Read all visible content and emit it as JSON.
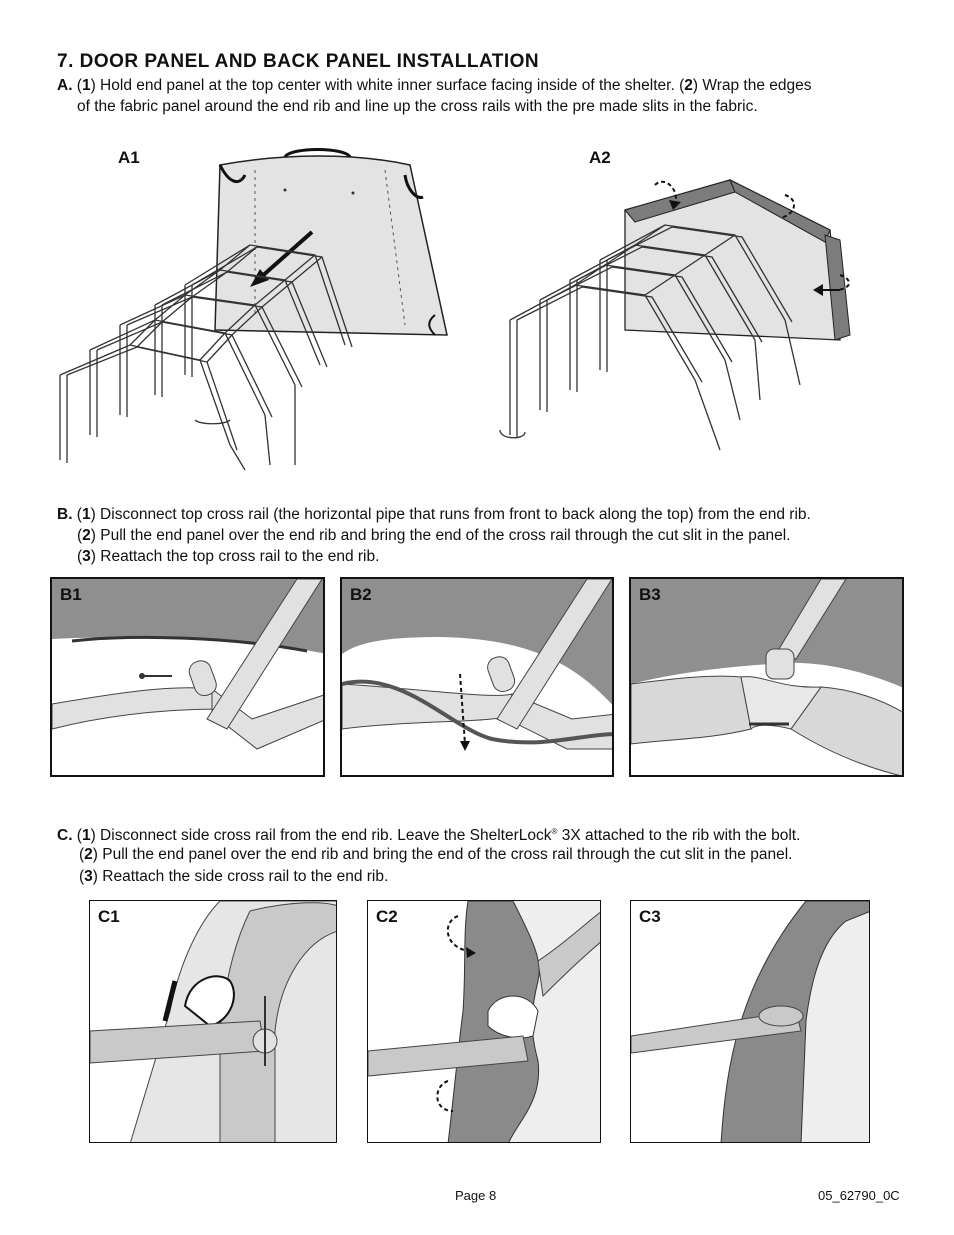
{
  "section": {
    "title": "7. DOOR PANEL AND BACK PANEL INSTALLATION"
  },
  "stepA": {
    "letter": "A.",
    "num1": "1",
    "text1": ") Hold end panel at the top center with white inner surface facing inside of the shelter. (",
    "num2": "2",
    "text2": ") Wrap the edges",
    "line2": "of the fabric panel around the end rib and line up the cross rails with the pre made slits in the fabric.",
    "fig1_label": "A1",
    "fig2_label": "A2"
  },
  "stepB": {
    "letter": "B.",
    "num1": "1",
    "text1": ") Disconnect top cross rail (the horizontal pipe that runs from front to back along the top) from the end rib.",
    "num2": "2",
    "text2": ") Pull the end panel over the end rib and bring the end of the cross rail through the cut slit in the panel.",
    "num3": "3",
    "text3": ") Reattach the top cross rail to the end rib.",
    "fig1_label": "B1",
    "fig2_label": "B2",
    "fig3_label": "B3"
  },
  "stepC": {
    "letter": "C.",
    "num1": "1",
    "text1a": ") Disconnect side cross rail from the end rib.  Leave the ShelterLock",
    "reg": "®",
    "text1b": " 3X attached to the rib with the bolt.",
    "num2": "2",
    "text2": ") Pull the end panel over the end rib and bring the end of the cross rail through the cut slit in the panel.",
    "num3": "3",
    "text3": ") Reattach the side cross rail to the end rib.",
    "fig1_label": "C1",
    "fig2_label": "C2",
    "fig3_label": "C3"
  },
  "footer": {
    "page": "Page 8",
    "doc_code": "05_62790_0C"
  }
}
